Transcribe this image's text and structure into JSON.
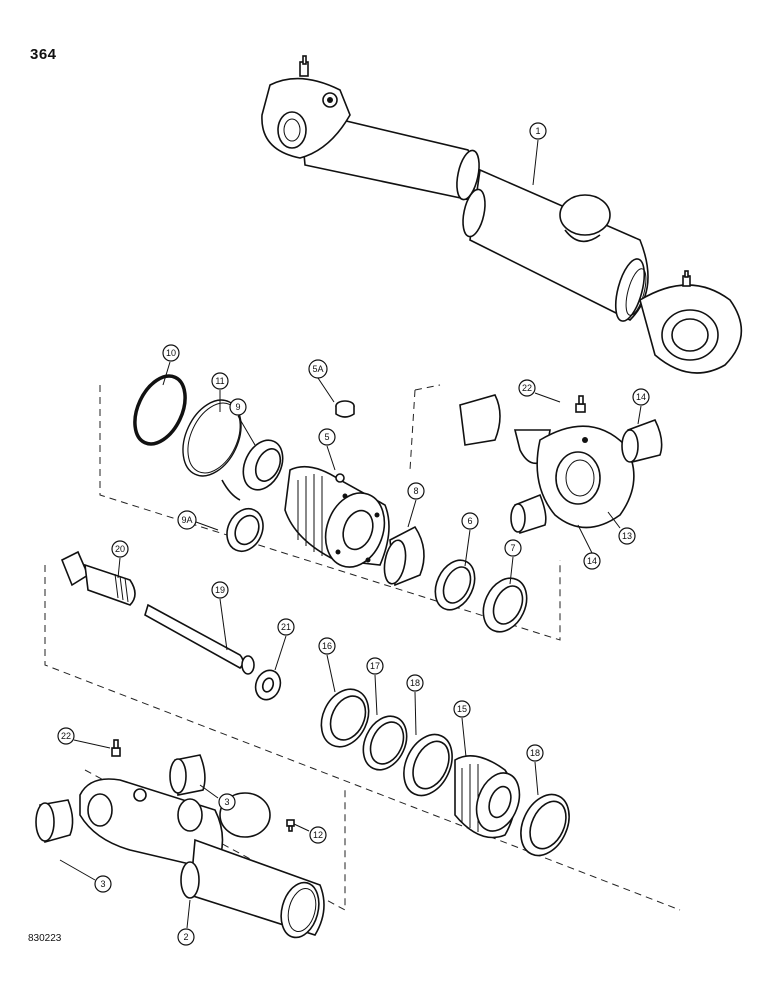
{
  "page": {
    "page_number": "364",
    "figure_id": "830223"
  },
  "callouts": {
    "c1": "1",
    "c2": "2",
    "c3a": "3",
    "c3b": "3",
    "c5": "5",
    "c5a": "5A",
    "c6": "6",
    "c7": "7",
    "c8": "8",
    "c9": "9",
    "c9a": "9A",
    "c10": "10",
    "c11": "11",
    "c12": "12",
    "c13": "13",
    "c14a": "14",
    "c14b": "14",
    "c15": "15",
    "c16": "16",
    "c17": "17",
    "c18a": "18",
    "c18b": "18",
    "c19": "19",
    "c20": "20",
    "c21": "21",
    "c22a": "22",
    "c22b": "22"
  }
}
